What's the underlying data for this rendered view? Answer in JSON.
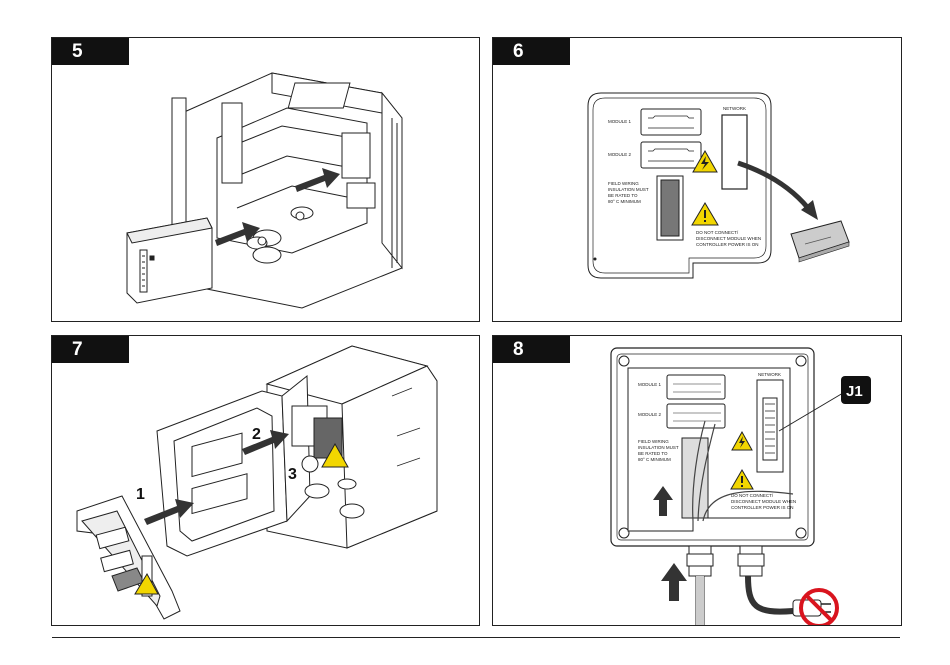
{
  "panels": [
    {
      "step": "5"
    },
    {
      "step": "6",
      "labels": {
        "module1": "MODULE 1",
        "module2": "MODULE 2",
        "network": "NETWORK",
        "field_wiring": [
          "FIELD WIRING",
          "INSULATION MUST",
          "BE RATED TO",
          "80° C MINIMUM"
        ],
        "warning": [
          "DO NOT CONNECT/",
          "DISCONNECT MODULE WHEN",
          "CONTROLLER POWER IS ON"
        ]
      }
    },
    {
      "step": "7",
      "callouts": [
        "1",
        "2",
        "3"
      ]
    },
    {
      "step": "8",
      "labels": {
        "module1": "MODULE 1",
        "module2": "MODULE 2",
        "network": "NETWORK",
        "field_wiring": [
          "FIELD WIRING",
          "INSULATION MUST",
          "BE RATED TO",
          "80° C MINIMUM"
        ],
        "warning": [
          "DO NOT CONNECT/",
          "DISCONNECT MODULE WHEN",
          "CONTROLLER POWER IS ON"
        ],
        "connector": "J1"
      }
    }
  ],
  "colors": {
    "line": "#222222",
    "arrow": "#333333",
    "warning_yellow": "#f2d600",
    "no_symbol_red": "#d9141e"
  }
}
